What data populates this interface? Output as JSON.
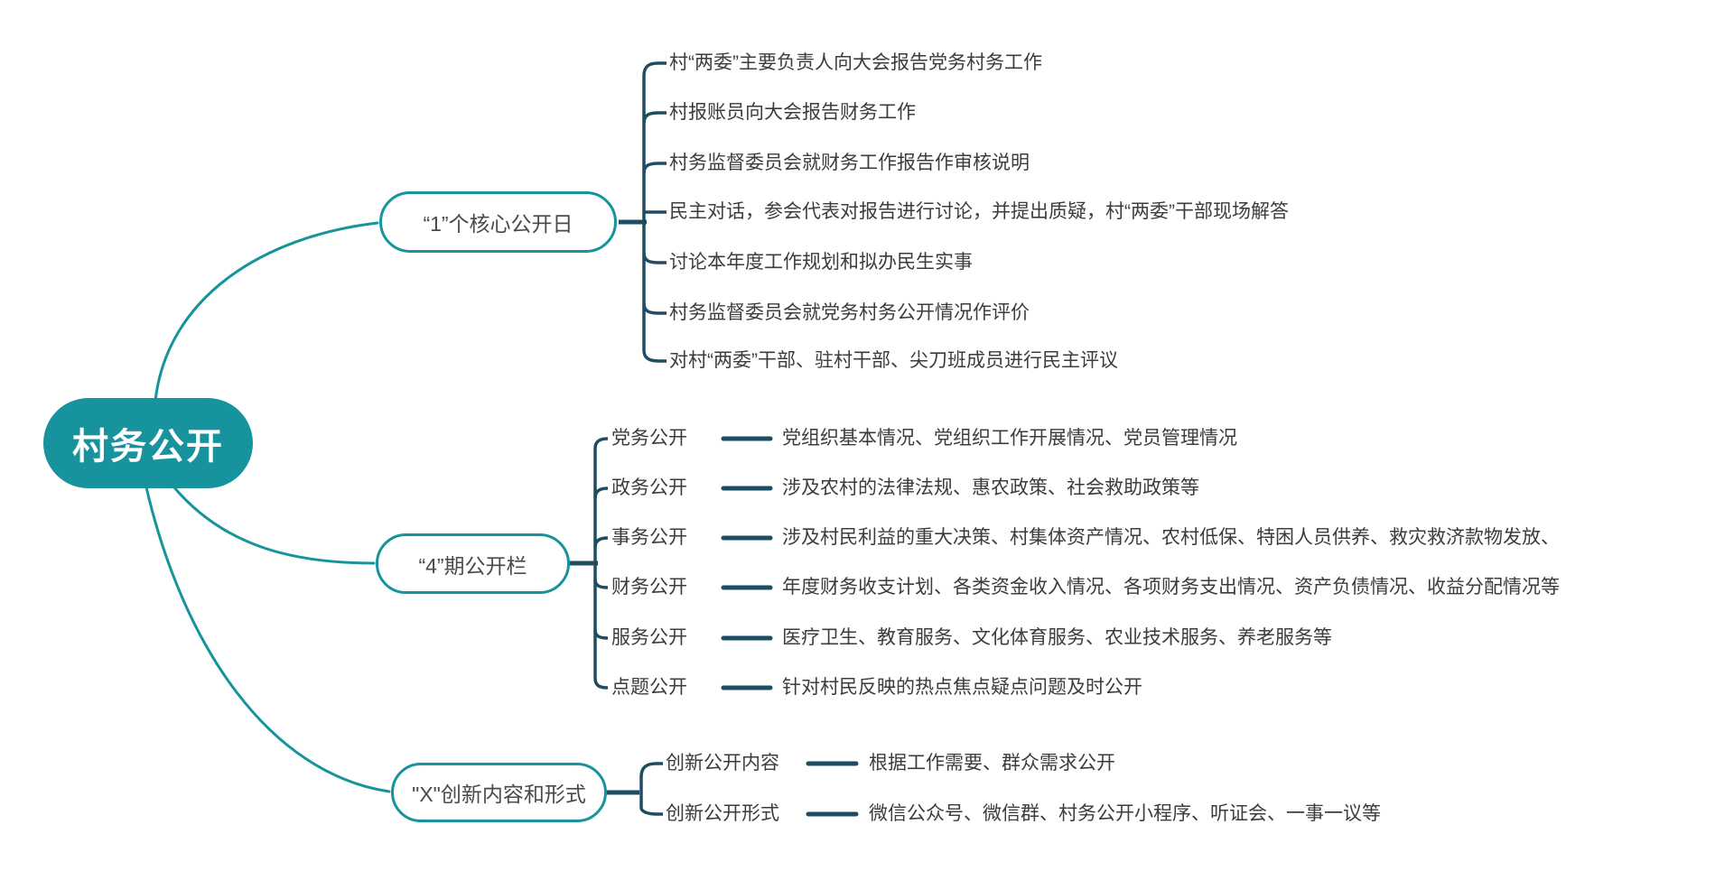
{
  "root": {
    "label": "村务公开"
  },
  "colors": {
    "teal": "#16939c",
    "navy_connector": "#1e4d63",
    "text": "#3c3c3c",
    "pill_background": "#ffffff"
  },
  "branches": [
    {
      "label": "“1”个核心公开日",
      "leaves": [
        "村“两委”主要负责人向大会报告党务村务工作",
        "村报账员向大会报告财务工作",
        "村务监督委员会就财务工作报告作审核说明",
        "民主对话，参会代表对报告进行讨论，并提出质疑，村“两委”干部现场解答",
        "讨论本年度工作规划和拟办民生实事",
        "村务监督委员会就党务村务公开情况作评价",
        "对村“两委”干部、驻村干部、尖刀班成员进行民主评议"
      ]
    },
    {
      "label": "“4”期公开栏",
      "items": [
        {
          "label": "党务公开",
          "desc": "党组织基本情况、党组织工作开展情况、党员管理情况"
        },
        {
          "label": "政务公开",
          "desc": "涉及农村的法律法规、惠农政策、社会救助政策等"
        },
        {
          "label": "事务公开",
          "desc": "涉及村民利益的重大决策、村集体资产情况、农村低保、特困人员供养、救灾救济款物发放、"
        },
        {
          "label": "财务公开",
          "desc": "年度财务收支计划、各类资金收入情况、各项财务支出情况、资产负债情况、收益分配情况等"
        },
        {
          "label": "服务公开",
          "desc": "医疗卫生、教育服务、文化体育服务、农业技术服务、养老服务等"
        },
        {
          "label": "点题公开",
          "desc": "针对村民反映的热点焦点疑点问题及时公开"
        }
      ]
    },
    {
      "label": "\"X\"创新内容和形式",
      "items": [
        {
          "label": "创新公开内容",
          "desc": "根据工作需要、群众需求公开"
        },
        {
          "label": "创新公开形式",
          "desc": "微信公众号、微信群、村务公开小程序、听证会、一事一议等"
        }
      ]
    }
  ]
}
